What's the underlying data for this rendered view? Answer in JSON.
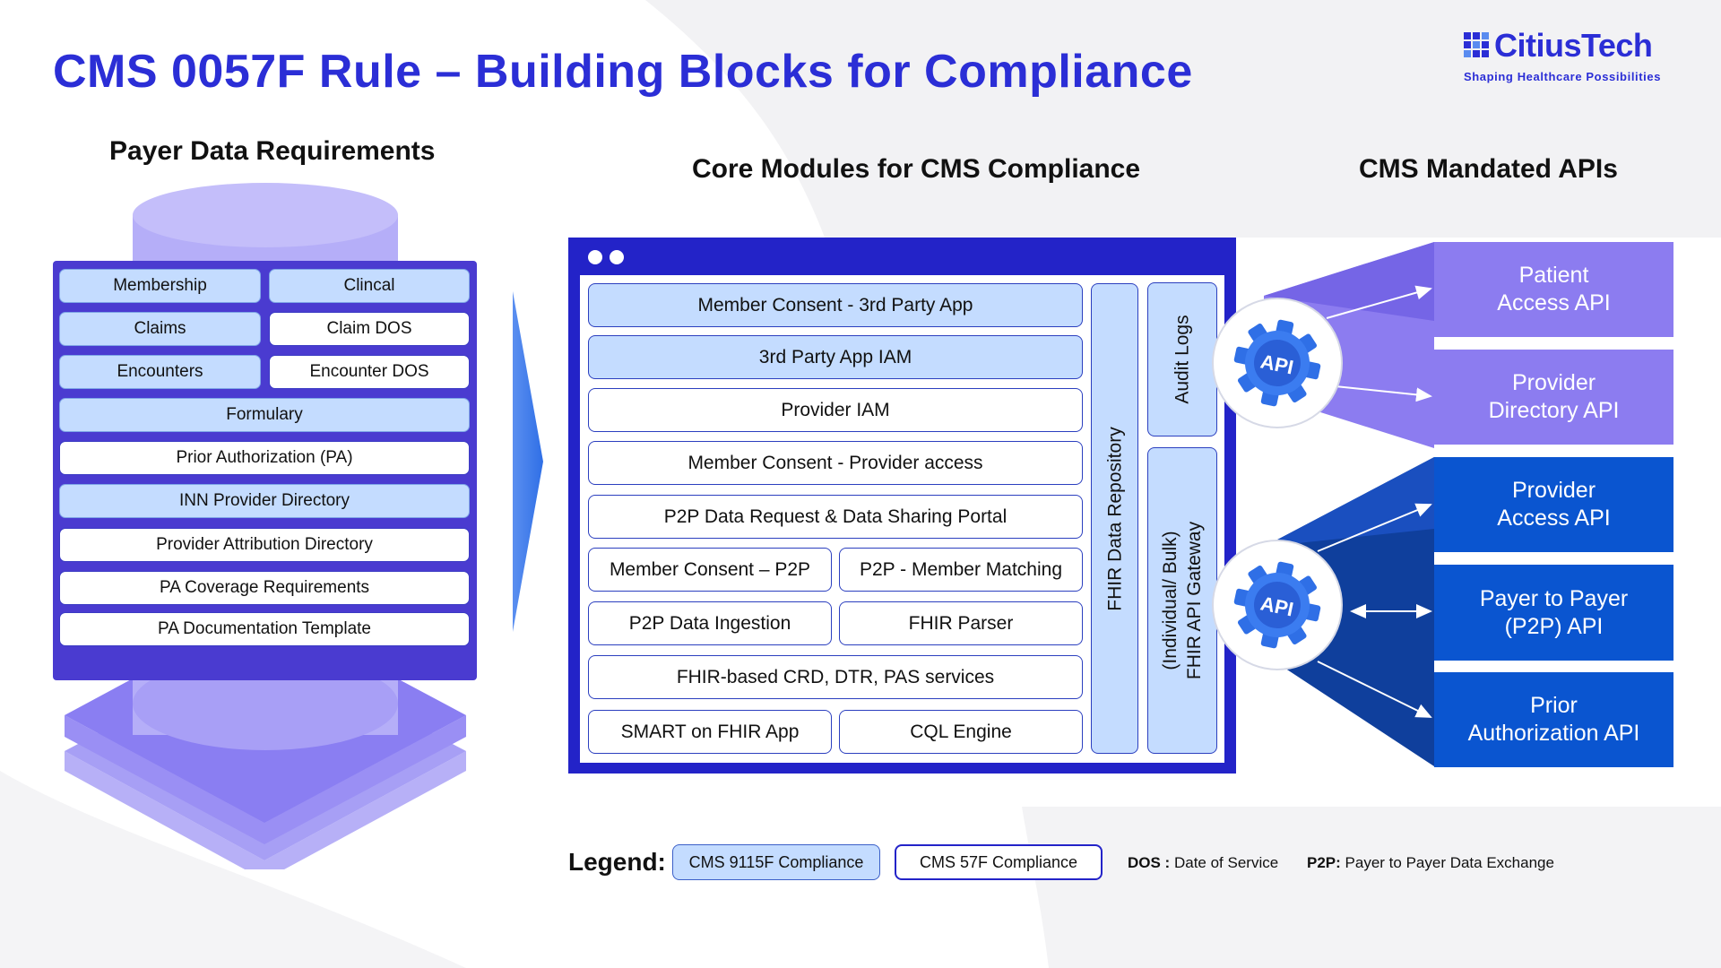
{
  "title": "CMS 0057F Rule – Building Blocks for Compliance",
  "logo": {
    "name": "CitiusTech",
    "tagline": "Shaping Healthcare Possibilities"
  },
  "headers": {
    "payer": "Payer Data Requirements",
    "core": "Core Modules for CMS Compliance",
    "apis": "CMS Mandated APIs"
  },
  "payer_items": [
    {
      "label": "Membership",
      "type": "9115"
    },
    {
      "label": "Clincal",
      "type": "9115"
    },
    {
      "label": "Claims",
      "type": "9115"
    },
    {
      "label": "Claim DOS",
      "type": "57"
    },
    {
      "label": "Encounters",
      "type": "9115"
    },
    {
      "label": "Encounter DOS",
      "type": "57"
    },
    {
      "label": "Formulary",
      "type": "9115"
    },
    {
      "label": "Prior Authorization (PA)",
      "type": "57"
    },
    {
      "label": "INN Provider Directory",
      "type": "9115"
    },
    {
      "label": "Provider Attribution Directory",
      "type": "57"
    },
    {
      "label": "PA Coverage Requirements",
      "type": "57"
    },
    {
      "label": "PA Documentation Template",
      "type": "57"
    }
  ],
  "core_modules": [
    {
      "label": "Member Consent - 3rd Party App",
      "type": "9115"
    },
    {
      "label": "3rd Party App IAM",
      "type": "9115"
    },
    {
      "label": "Provider IAM",
      "type": "57"
    },
    {
      "label": "Member Consent - Provider access",
      "type": "57"
    },
    {
      "label": "P2P Data Request & Data Sharing Portal",
      "type": "57"
    },
    {
      "label": "Member Consent – P2P",
      "type": "57"
    },
    {
      "label": "P2P - Member Matching",
      "type": "57"
    },
    {
      "label": "P2P Data Ingestion",
      "type": "57"
    },
    {
      "label": "FHIR Parser",
      "type": "57"
    },
    {
      "label": "FHIR-based CRD, DTR, PAS services",
      "type": "57"
    },
    {
      "label": "SMART on FHIR App",
      "type": "57"
    },
    {
      "label": "CQL Engine",
      "type": "57"
    }
  ],
  "vertical_modules": {
    "repository": "FHIR Data Repository",
    "audit": "Audit Logs",
    "gateway_line1": "(Individual/ Bulk)",
    "gateway_line2": "FHIR API Gateway"
  },
  "gear_label": "API",
  "apis": [
    {
      "line1": "Patient",
      "line2": "Access API",
      "color": "#8c7cf0"
    },
    {
      "line1": "Provider",
      "line2": "Directory API",
      "color": "#8c7cf0"
    },
    {
      "line1": "Provider",
      "line2": "Access API",
      "color": "#0a55d0"
    },
    {
      "line1": "Payer to Payer",
      "line2": "(P2P) API",
      "color": "#0a55d0"
    },
    {
      "line1": "Prior",
      "line2": "Authorization API",
      "color": "#0a55d0"
    }
  ],
  "legend": {
    "label": "Legend:",
    "cms9115": "CMS 9115F Compliance",
    "cms57": "CMS 57F Compliance",
    "dos_key": "DOS :",
    "dos_val": "Date of Service",
    "p2p_key": "P2P:",
    "p2p_val": "Payer to Payer Data Exchange"
  },
  "colors": {
    "title": "#2b2ed6",
    "cms9115_fill": "#c4dcff",
    "cms57_fill": "#ffffff",
    "window": "#2323c8",
    "payer_panel": "#4a3bd0",
    "api_purple": "#8c7cf0",
    "api_blue": "#0a55d0"
  }
}
